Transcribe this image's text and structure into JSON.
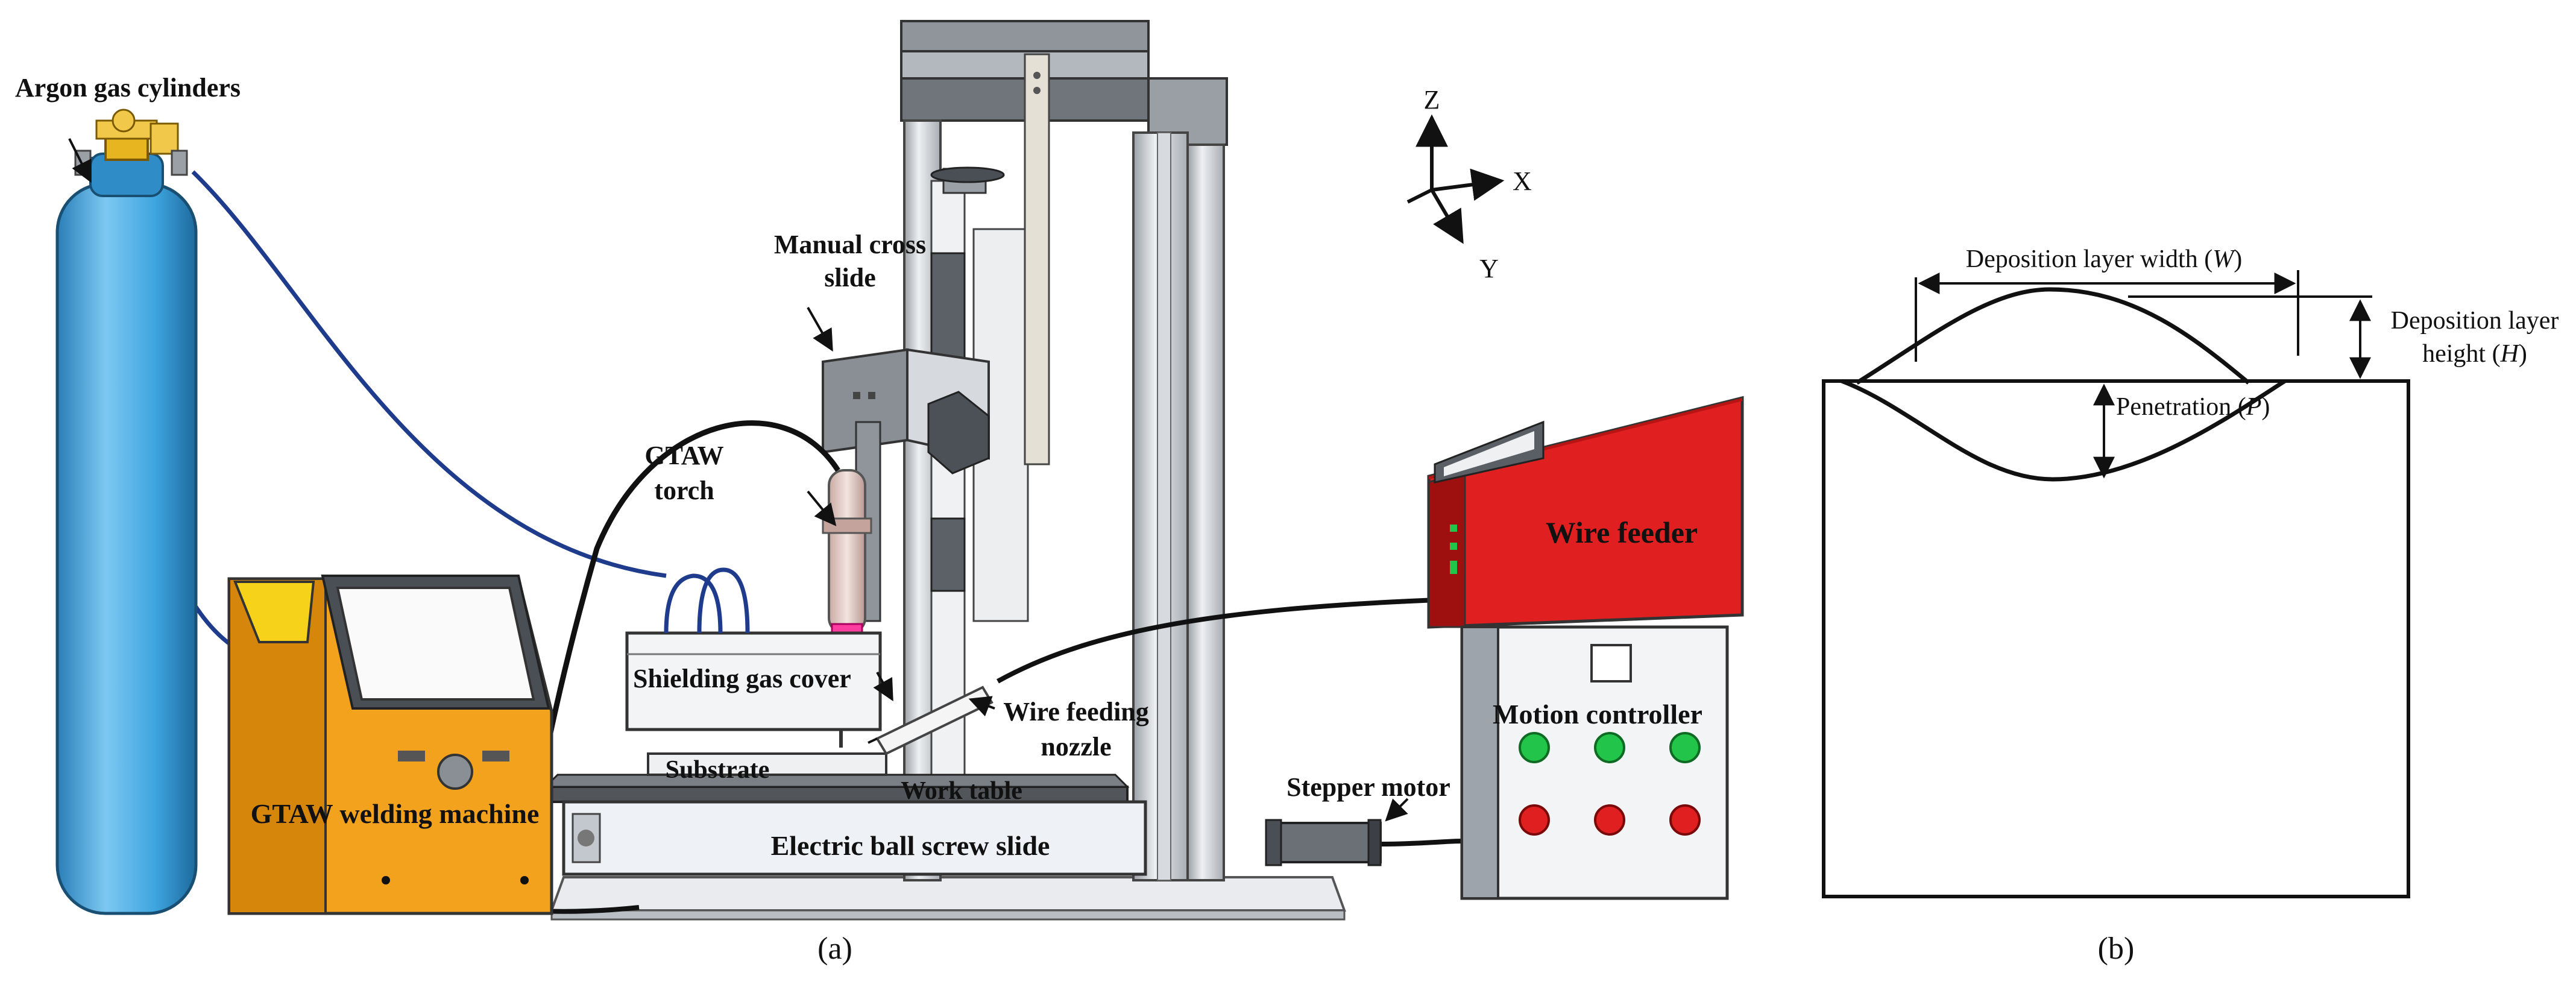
{
  "panel_a": {
    "caption": "(a)",
    "labels": {
      "argon": "Argon gas cylinders",
      "cross_slide_1": "Manual cross",
      "cross_slide_2": "slide",
      "torch_1": "GTAW",
      "torch_2": "torch",
      "wire_feeder": "Wire feeder",
      "shielding": "Shielding gas cover",
      "wire_nozzle_1": "Wire feeding",
      "wire_nozzle_2": "nozzle",
      "motion": "Motion controller",
      "substrate": "Substrate",
      "work_table": "Work table",
      "stepper": "Stepper motor",
      "welding_machine": "GTAW welding machine",
      "ball_screw": "Electric ball screw slide"
    },
    "axes": {
      "z": "Z",
      "x": "X",
      "y": "Y"
    }
  },
  "panel_b": {
    "caption": "(b)",
    "width_label": "Deposition layer width (",
    "width_symbol": "W",
    "height_label_1": "Deposition layer",
    "height_label_2": "height (",
    "height_symbol": "H",
    "penetration_label": "Penetration (",
    "penetration_symbol": "P",
    "close_paren": ")"
  },
  "colors": {
    "cylinder": "#3fa6e0",
    "welding_machine": "#f2a21c",
    "wire_feeder": "#e02020",
    "led_green": "#22c44a",
    "led_red": "#e02020",
    "hose": "#1f3c8c",
    "frame": "#c9cdd2"
  }
}
